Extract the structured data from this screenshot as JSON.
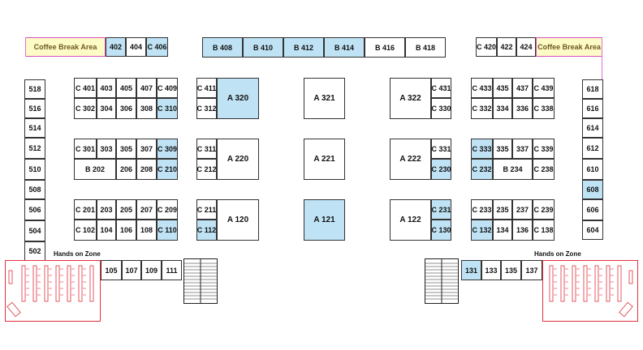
{
  "booths": {
    "top_left": [
      "402",
      "404",
      "C 406"
    ],
    "top_mid": [
      "B 408",
      "B 410",
      "B 412",
      "B 414",
      "B 416",
      "B 418"
    ],
    "top_right": [
      "C 420",
      "422",
      "424"
    ],
    "left_col": [
      "518",
      "516",
      "514",
      "512",
      "510",
      "508",
      "506",
      "504",
      "502"
    ],
    "right_col": [
      "618",
      "616",
      "614",
      "612",
      "610",
      "608",
      "606",
      "604"
    ],
    "g1": [
      "C 401",
      "403",
      "405",
      "407",
      "C 409",
      "C 302",
      "304",
      "306",
      "308",
      "C 310"
    ],
    "g2": [
      "C 411",
      "C 312"
    ],
    "g3": [
      "C 301",
      "303",
      "305",
      "307",
      "C 309",
      "B 202",
      "206",
      "208",
      "C 210"
    ],
    "g4": [
      "C 311",
      "C 212"
    ],
    "g5": [
      "C 201",
      "203",
      "205",
      "207",
      "C 209",
      "C 102",
      "104",
      "106",
      "108",
      "C 110"
    ],
    "g6": [
      "C 211",
      "C 112"
    ],
    "big_a": [
      "A 320",
      "A 321",
      "A 322",
      "A 220",
      "A 221",
      "A 222",
      "A 120",
      "A 121",
      "A 122"
    ],
    "rc1": [
      "C 431",
      "C 330",
      "C 331",
      "C 230",
      "C 231",
      "C 130"
    ],
    "rg1": [
      "C 433",
      "435",
      "437",
      "C 439",
      "C 332",
      "334",
      "336",
      "C 338"
    ],
    "rg2": [
      "C 333",
      "335",
      "337",
      "C 339",
      "C 232",
      "B 234",
      "C 238"
    ],
    "rg3": [
      "C 233",
      "235",
      "237",
      "C 239",
      "C 132",
      "134",
      "136",
      "C 138"
    ],
    "bottom_left": [
      "105",
      "107",
      "109",
      "111"
    ],
    "bottom_right": [
      "131",
      "133",
      "135",
      "137"
    ]
  },
  "labels": {
    "coffee_left": "Coffee Break Area",
    "coffee_right": "Coffee Break Area",
    "hands_left": "Hands on Zone",
    "hands_right": "Hands on Zone"
  },
  "colors": {
    "highlight": "#bfe3f5",
    "coffee": "#fdfbc6",
    "zone_border": "#e0303c"
  }
}
